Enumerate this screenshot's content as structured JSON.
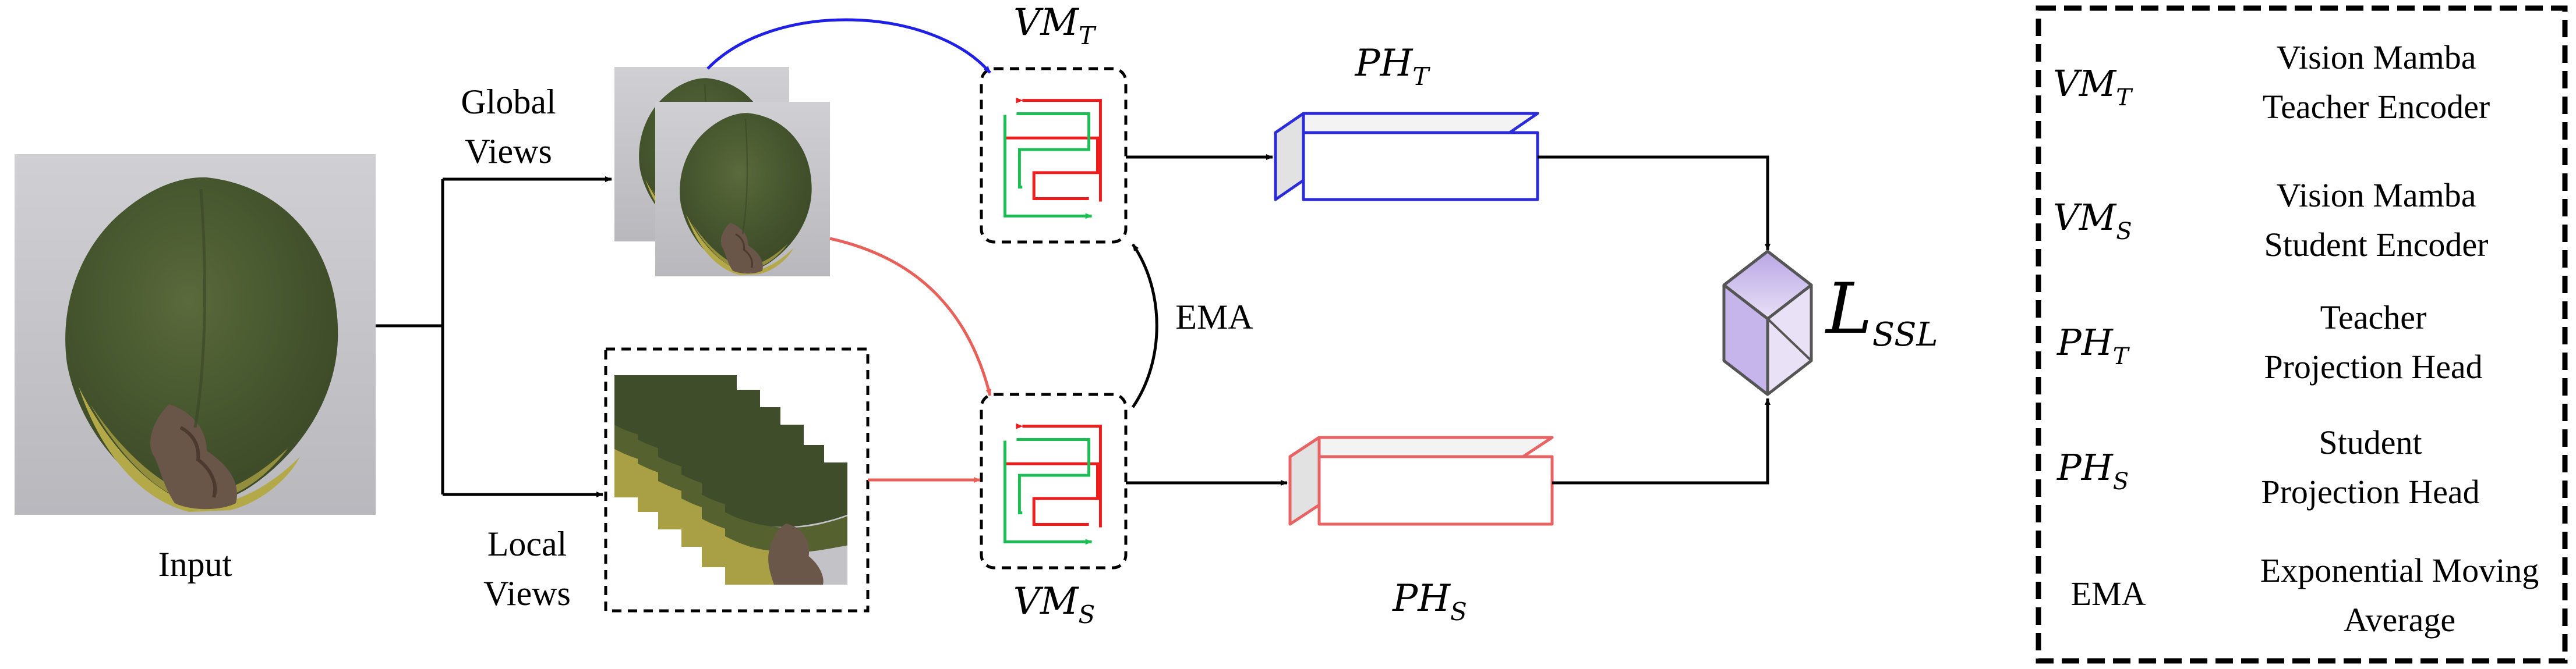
{
  "input": {
    "label": "Input"
  },
  "branches": {
    "global": {
      "line1": "Global",
      "line2": "Views"
    },
    "local": {
      "line1": "Local",
      "line2": "Views"
    }
  },
  "encoders": {
    "teacher": {
      "base": "VM",
      "sub": "T"
    },
    "student": {
      "base": "VM",
      "sub": "S"
    }
  },
  "heads": {
    "teacher": {
      "base": "PH",
      "sub": "T"
    },
    "student": {
      "base": "PH",
      "sub": "S"
    }
  },
  "ema_label": "EMA",
  "loss": {
    "base": "L",
    "sub": "SSL"
  },
  "legend": {
    "items": [
      {
        "sym_base": "VM",
        "sym_sub": "T",
        "line1": "Vision Mamba",
        "line2": "Teacher Encoder"
      },
      {
        "sym_base": "VM",
        "sym_sub": "S",
        "line1": "Vision Mamba",
        "line2": "Student Encoder"
      },
      {
        "sym_base": "PH",
        "sym_sub": "T",
        "line1": "Teacher",
        "line2": "Projection Head"
      },
      {
        "sym_base": "PH",
        "sym_sub": "S",
        "line1": "Student",
        "line2": "Projection Head"
      },
      {
        "sym_plain": "EMA",
        "line1": "Exponential Moving",
        "line2": "Average"
      }
    ]
  },
  "colors": {
    "teacher_path": "#1f1fe6",
    "student_path": "#e8605a",
    "scan_red": "#ee1c1c",
    "scan_green": "#1dbf55",
    "teacher_head": "#2b2bd9",
    "student_head": "#e86363",
    "loss_fill": "#d9cdf0",
    "loss_stroke": "#555555",
    "leaf_dark": "#4a5a32",
    "leaf_yellow": "#b9ad4a",
    "leaf_brown": "#6a5648",
    "photo_bg": "#c4c4c8"
  }
}
